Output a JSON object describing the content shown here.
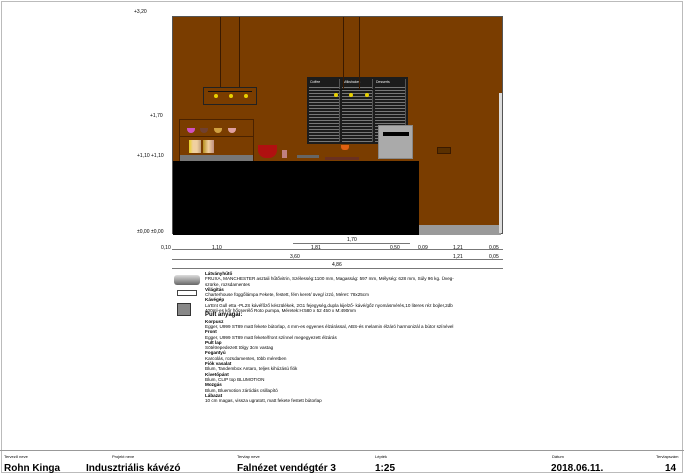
{
  "levels": {
    "top": "+3,20",
    "l170": "+1,70",
    "l110a": "+1,10",
    "l110b": "+1,10",
    "l0a": "±0,00",
    "l0b": "±0,00"
  },
  "menu_board": {
    "col1": "Coffee",
    "col2": "Milkshakes",
    "col3": "Desserts"
  },
  "dimensions": {
    "top": "1,70",
    "row1": [
      "0,10",
      "1,10",
      "1,81",
      "0,50",
      "0,09",
      "1,21",
      "0,05"
    ],
    "row2": [
      "3,60",
      "1,21",
      "0,05"
    ],
    "total": "4,86"
  },
  "legend": {
    "items": [
      {
        "title": "Látványhűtő",
        "text": "FRUXA, MANCHESTER asztali hűtővitrin, Szélesség:1100 mm, Magasság: 597 mm, Mélység: 628 mm, Súly 96 kg. Üveg-szürke, rozsdamentes"
      },
      {
        "title": "Világítás",
        "text": "Charterhouse függőlámpa Fekete, festett, fém keret/ üveg/ izzó, Méret: 78x25cm"
      },
      {
        "title": "Kávégép",
        "text": "La'Ent Gull etta -PL2S kávéfőző készülékek, 2G1 fejegység,dupla kijelző- kávé/gőz nyomásmérés,10 literes réz bojler,2db 400ml-es kőr hőcserélő Roto pumpa, Méretek:H:580 x 52 450 x M:490mm"
      }
    ],
    "section_title": "Pult anyagai:",
    "materials": [
      {
        "title": "Korpusz",
        "text": "Egger, U999 ST89 matt fekete bútorlap, 4 mm-es egyenes élzárással, ABS-és melamin élzáró harmonizál a bútor színével"
      },
      {
        "title": "Front",
        "text": "Egger, U999 ST89 matt fekete/front színnel megegyezett élzárás"
      },
      {
        "title": "Pult lap",
        "text": "Sötétrepedezett tölgy 3cm vastag"
      },
      {
        "title": "Fogantyú",
        "text": "Karcolás, rozsdamentes, több méretben"
      },
      {
        "title": "Fiók vasalat",
        "text": "Blum, Tandembox Antaro, teljes kihúzású fiók"
      },
      {
        "title": "Kivetőpánt",
        "text": "Blum, CLIP top BLUMOTION"
      },
      {
        "title": "Mozgás",
        "text": "Blum, Bluemotion záródás csillapító"
      },
      {
        "title": "Lábazat",
        "text": "10 cm magas, vissza ugratott, matt fekete festett bútorlap"
      }
    ]
  },
  "title_block": {
    "designer_label": "Tervező neve",
    "designer": "Rohn Kinga",
    "project_label": "Projekt neve",
    "project": "Indusztriális kávézó",
    "sheet_label": "Tervlap neve",
    "sheet": "Falnézet vendégtér 3",
    "scale_label": "Lépték",
    "scale": "1:25",
    "date_label": "Dátum",
    "date": "2018.06.11.",
    "number_label": "Tervlapszám",
    "number": "14"
  }
}
